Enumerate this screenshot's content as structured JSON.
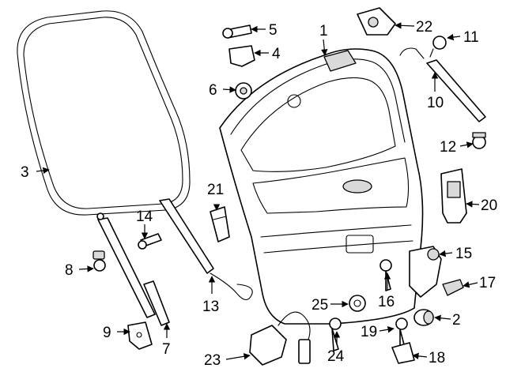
{
  "colors": {
    "line": "#000000",
    "background": "#ffffff",
    "shade": "#d9d9d9"
  },
  "callouts": [
    "1",
    "2",
    "3",
    "4",
    "5",
    "6",
    "7",
    "8",
    "9",
    "10",
    "11",
    "12",
    "13",
    "14",
    "15",
    "16",
    "17",
    "18",
    "19",
    "20",
    "21",
    "22",
    "23",
    "24",
    "25"
  ]
}
